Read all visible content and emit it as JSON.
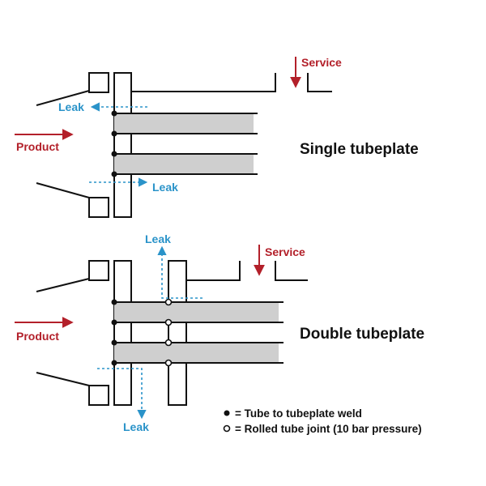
{
  "colors": {
    "line": "#111111",
    "tube_fill": "#cfcfcf",
    "product": "#b3202a",
    "service": "#b3202a",
    "leak": "#2a93c9",
    "background": "#ffffff"
  },
  "single": {
    "title": "Single tubeplate",
    "service_label": "Service",
    "product_label": "Product",
    "leak_top_label": "Leak",
    "leak_bottom_label": "Leak"
  },
  "double": {
    "title": "Double tubeplate",
    "service_label": "Service",
    "product_label": "Product",
    "leak_top_label": "Leak",
    "leak_bottom_label": "Leak"
  },
  "legend": {
    "weld_symbol_name": "filled-dot",
    "weld_text": "= Tube to tubeplate weld",
    "rolled_symbol_name": "open-dot",
    "rolled_text": "= Rolled tube joint (10 bar pressure)"
  }
}
